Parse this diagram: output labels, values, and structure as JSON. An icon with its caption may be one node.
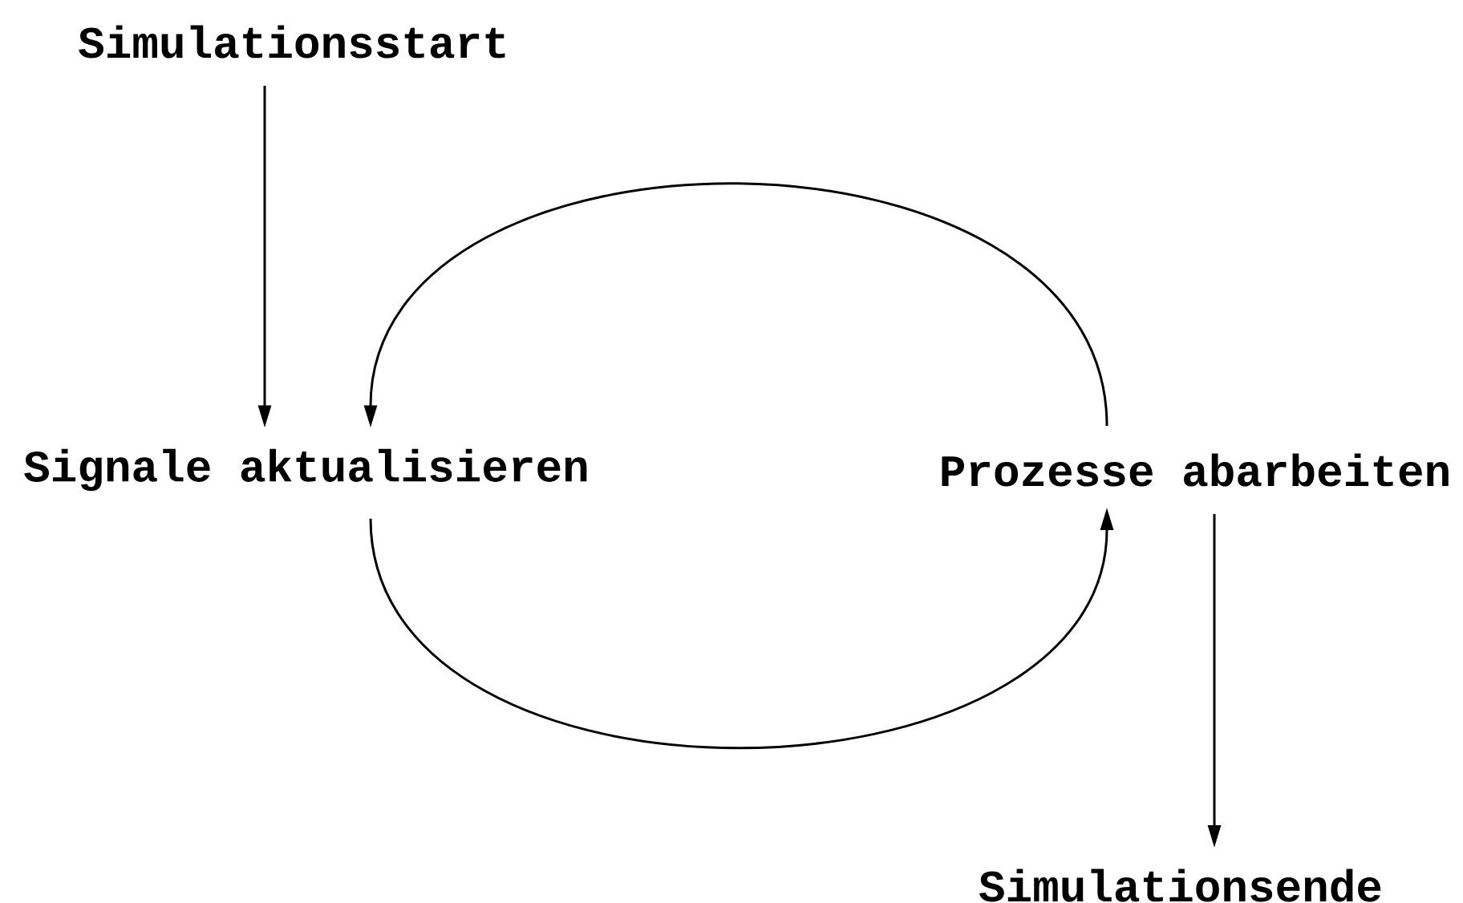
{
  "diagram": {
    "nodes": [
      {
        "text": [
          "Simulationsstart"
        ]
      },
      {
        "text": [
          "Signale aktualisieren"
        ]
      },
      {
        "text": [
          "Prozesse abarbeiten"
        ]
      },
      {
        "text": [
          "Simulationsende"
        ]
      }
    ],
    "edges": [
      {
        "from": 0,
        "to": 1,
        "arrow": "to"
      },
      {
        "from": 2,
        "to": 1,
        "arrow": "to"
      },
      {
        "from": 1,
        "to": 2,
        "arrow": "to"
      },
      {
        "from": 2,
        "to": 3,
        "arrow": "to"
      }
    ]
  }
}
